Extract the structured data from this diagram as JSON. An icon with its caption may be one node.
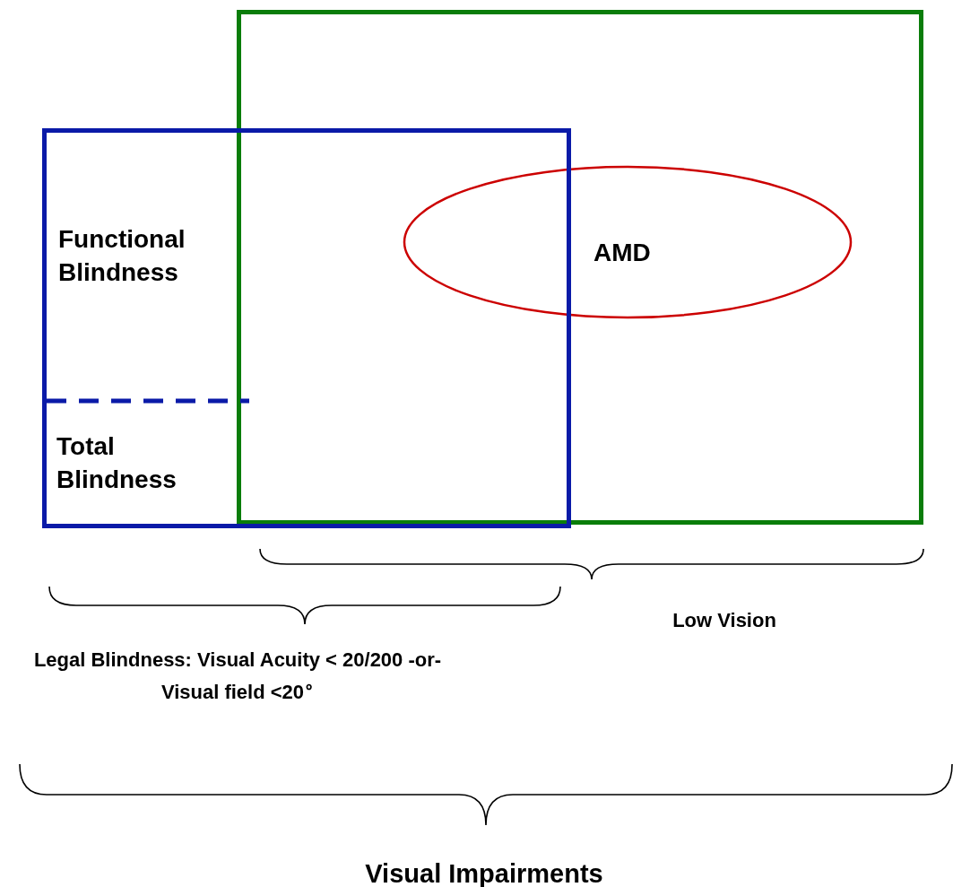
{
  "diagram": {
    "nodes": [
      {
        "text": [
          "Functional Blindness",
          "Total Blindness"
        ]
      },
      {
        "text": [],
        "shape": "box"
      },
      {
        "text": [
          "AMD"
        ],
        "in": 1
      }
    ],
    "edges": [],
    "labels": [
      "Low Vision",
      "Legal Blindness: Visual Acuity < 20/200 -or- Visual field <20$^{∘}$",
      "Visual Impairments"
    ]
  }
}
